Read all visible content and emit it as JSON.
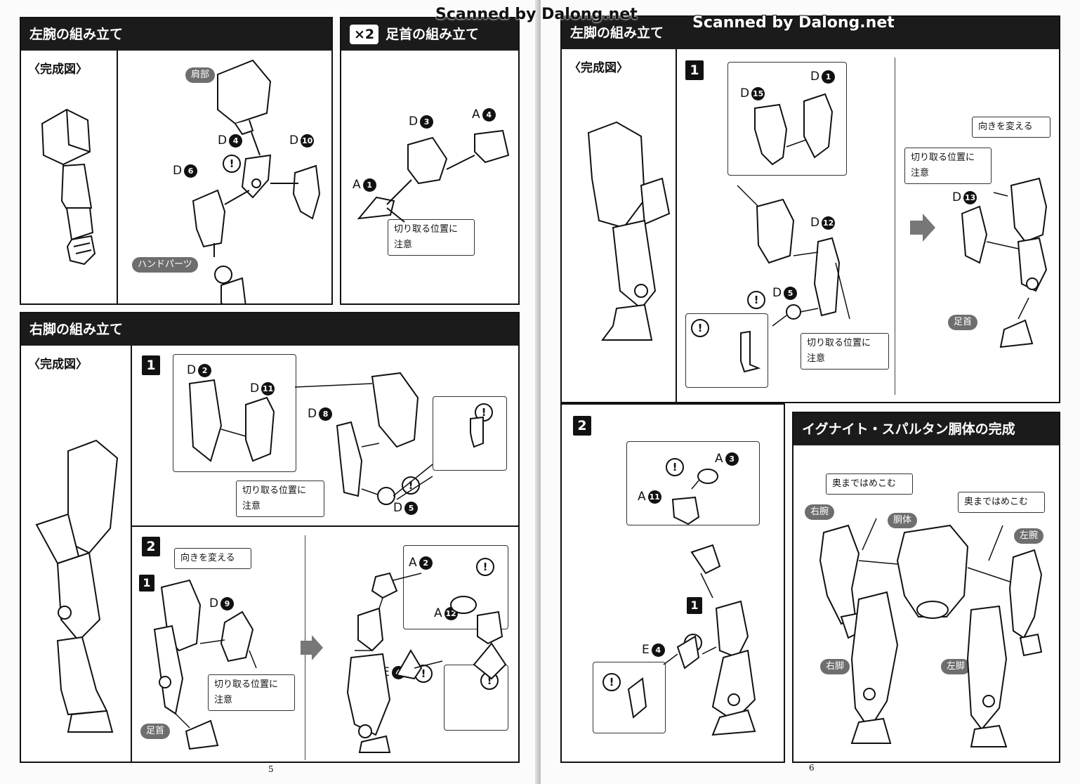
{
  "watermark": "Scanned by Dalong.net",
  "page_left": {
    "page_number": "5",
    "left_arm": {
      "title": "左腕の組み立て",
      "completed_label": "〈完成図〉",
      "tags": {
        "shoulder": "肩部",
        "hand": "ハンドパーツ"
      },
      "parts": {
        "d4": {
          "letter": "D",
          "num": "4"
        },
        "d6": {
          "letter": "D",
          "num": "6"
        },
        "d10": {
          "letter": "D",
          "num": "10"
        }
      }
    },
    "ankle": {
      "multiplier": "×2",
      "title": "足首の組み立て",
      "parts": {
        "d3": {
          "letter": "D",
          "num": "3"
        },
        "a4": {
          "letter": "A",
          "num": "4"
        },
        "a1": {
          "letter": "A",
          "num": "1"
        }
      },
      "note": [
        "切り取る位置に",
        "注意"
      ]
    },
    "right_leg": {
      "title": "右脚の組み立て",
      "completed_label": "〈完成図〉",
      "step1": {
        "number": "1",
        "parts": {
          "d2": {
            "letter": "D",
            "num": "2"
          },
          "d11": {
            "letter": "D",
            "num": "11"
          },
          "d8": {
            "letter": "D",
            "num": "8"
          },
          "d5": {
            "letter": "D",
            "num": "5"
          }
        },
        "note": [
          "切り取る位置に",
          "注意"
        ]
      },
      "step2": {
        "number": "2",
        "sub_step": "1",
        "turn_note": "向きを変える",
        "parts": {
          "d9": {
            "letter": "D",
            "num": "9"
          },
          "a2": {
            "letter": "A",
            "num": "2"
          },
          "a12": {
            "letter": "A",
            "num": "12"
          },
          "e4": {
            "letter": "E",
            "num": "4"
          }
        },
        "note": [
          "切り取る位置に",
          "注意"
        ],
        "ankle_tag": "足首"
      }
    }
  },
  "page_right": {
    "page_number": "6",
    "left_leg": {
      "title": "左脚の組み立て",
      "completed_label": "〈完成図〉",
      "step1": {
        "number": "1",
        "parts": {
          "d1": {
            "letter": "D",
            "num": "1"
          },
          "d15": {
            "letter": "D",
            "num": "15"
          },
          "d12": {
            "letter": "D",
            "num": "12"
          },
          "d5": {
            "letter": "D",
            "num": "5"
          },
          "d13": {
            "letter": "D",
            "num": "13"
          }
        },
        "note": [
          "切り取る位置に",
          "注意"
        ],
        "note2": [
          "切り取る位置に",
          "注意"
        ],
        "turn_note": "向きを変える",
        "ankle_tag": "足首"
      },
      "step2": {
        "number": "2",
        "sub_step": "1",
        "parts": {
          "a3": {
            "letter": "A",
            "num": "3"
          },
          "a11": {
            "letter": "A",
            "num": "11"
          },
          "e4": {
            "letter": "E",
            "num": "4"
          }
        }
      }
    },
    "torso_complete": {
      "title": "イグナイト・スパルタン胴体の完成",
      "push_note": "奥まではめこむ",
      "tags": {
        "right_arm": "右腕",
        "torso": "胴体",
        "left_arm": "左腕",
        "right_leg": "右脚",
        "left_leg": "左脚"
      }
    }
  },
  "symbols": {
    "caution": "!"
  }
}
